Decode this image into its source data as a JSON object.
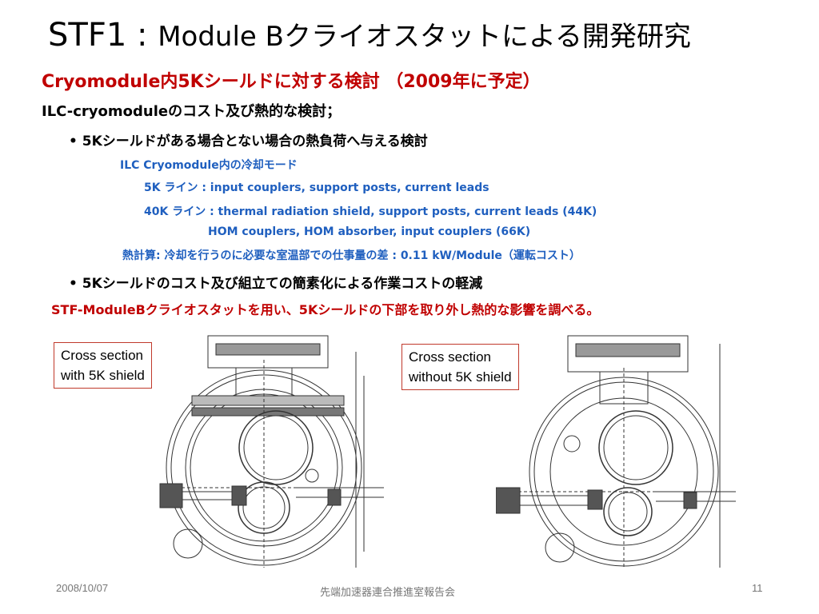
{
  "slide": {
    "title_main": "STF1 : ",
    "title_sub": "Module B",
    "title_tail": "クライオスタットによる開発研究",
    "subtitle": "Cryomodule内5Kシールドに対する検討 （2009年に予定）",
    "line_ilc": "ILC-cryomoduleのコスト及び熱的な検討；",
    "bullet_1": "• 5Kシールドがある場合とない場合の熱負荷へ与える検討",
    "cooling_mode": "ILC Cryomodule内の冷却モード",
    "line_5k": "5K ライン :  input couplers, support posts, current leads",
    "line_40k": "40K ライン : thermal radiation shield, support posts,  current leads (44K)",
    "line_40k_cont": "HOM couplers, HOM absorber,  input couplers (66K)",
    "heat_calc": "熱計算: 冷却を行うのに必要な室温部での仕事量の差  : 0.11 kW/Module（運転コスト）",
    "bullet_2": "• 5Kシールドのコスト及び組立ての簡素化による作業コストの軽減",
    "red_note": "STF-ModuleBクライオスタットを用い、5Kシールドの下部を取り外し熱的な影響を調べる。",
    "caption_left_1": "Cross section",
    "caption_left_2": "with 5K shield",
    "caption_right_1": "Cross section",
    "caption_right_2": "without 5K shield"
  },
  "footer": {
    "date": "2008/10/07",
    "center": "先端加速器連合推進室報告会",
    "page": "11"
  },
  "colors": {
    "red": "#c00000",
    "blue": "#1f5fbf",
    "caption_border": "#c0392b"
  }
}
